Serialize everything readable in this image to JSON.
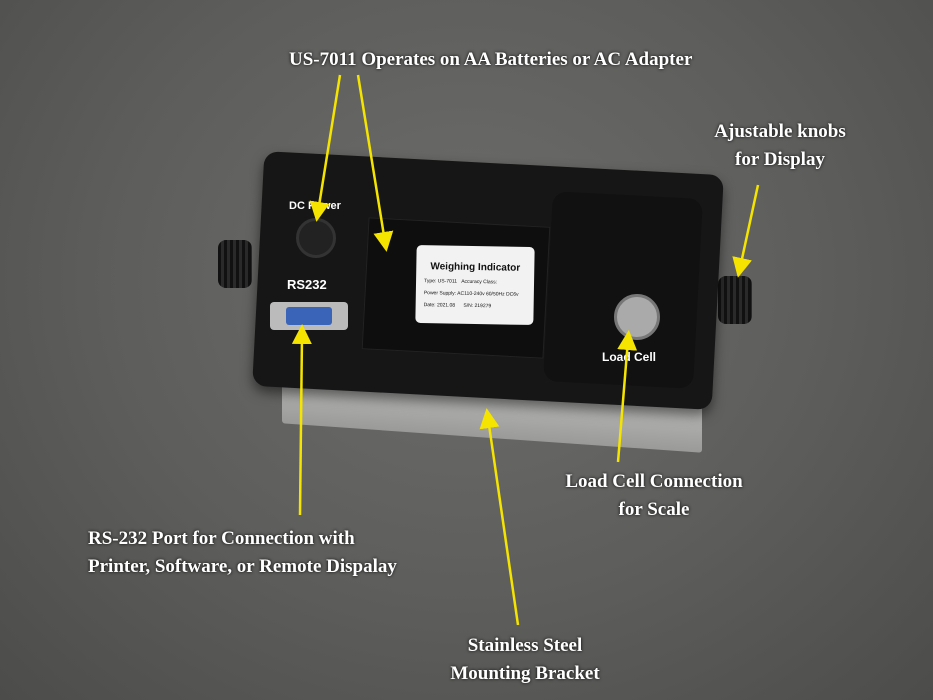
{
  "callouts": {
    "power": "US-7011 Operates on AA Batteries or AC Adapter",
    "knobs": [
      "Ajustable knobs",
      "for Display"
    ],
    "load_cell": [
      "Load Cell Connection",
      "for Scale"
    ],
    "rs232": [
      "RS-232 Port for Connection with",
      "Printer, Software, or Remote Dispalay"
    ],
    "bracket": [
      "Stainless Steel",
      "Mounting Bracket"
    ]
  },
  "device_labels": {
    "dc_power": "DC Power",
    "rs232": "RS232",
    "load_cell": "Load Cell"
  },
  "sticker": {
    "title": "Weighing Indicator",
    "type": "Type: US-7011",
    "accuracy": "Accuracy Class:",
    "power": "Power Supply: AC110-240v 60/50Hz DC6v",
    "date": "Date: 2021.08",
    "sn": "S/N: 219279"
  },
  "arrow_color": "#f5e400"
}
